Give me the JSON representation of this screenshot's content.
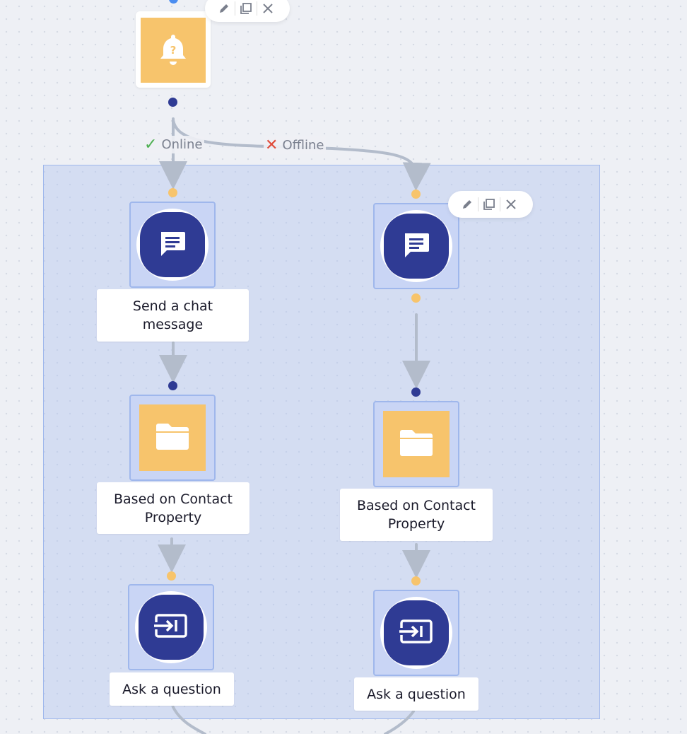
{
  "trigger": {
    "icon": "bell-question-icon",
    "tile_color": "#f7c46c"
  },
  "branches": {
    "online": {
      "label": "Online",
      "icon": "check-icon",
      "color": "#4caf50"
    },
    "offline": {
      "label": "Offline",
      "icon": "cross-icon",
      "color": "#e04b3a"
    }
  },
  "toolbar": {
    "edit": "pencil-icon",
    "duplicate": "copy-icon",
    "delete": "close-icon"
  },
  "left_column": {
    "send_chat": {
      "label": "Send a chat message",
      "icon": "chat-icon"
    },
    "contact_property": {
      "label": "Based on Contact Property",
      "icon": "folder-icon"
    },
    "ask_question": {
      "label": "Ask a question",
      "icon": "input-icon"
    }
  },
  "right_column": {
    "send_chat": {
      "icon": "chat-icon"
    },
    "contact_property": {
      "label": "Based on Contact Property",
      "icon": "folder-icon"
    },
    "ask_question": {
      "label": "Ask a question",
      "icon": "input-icon"
    }
  },
  "colors": {
    "accent_navy": "#2f3b94",
    "tile_yellow": "#f7c46c",
    "selection_blue": "#9fb7ec",
    "connector_gray": "#b3bccb"
  }
}
